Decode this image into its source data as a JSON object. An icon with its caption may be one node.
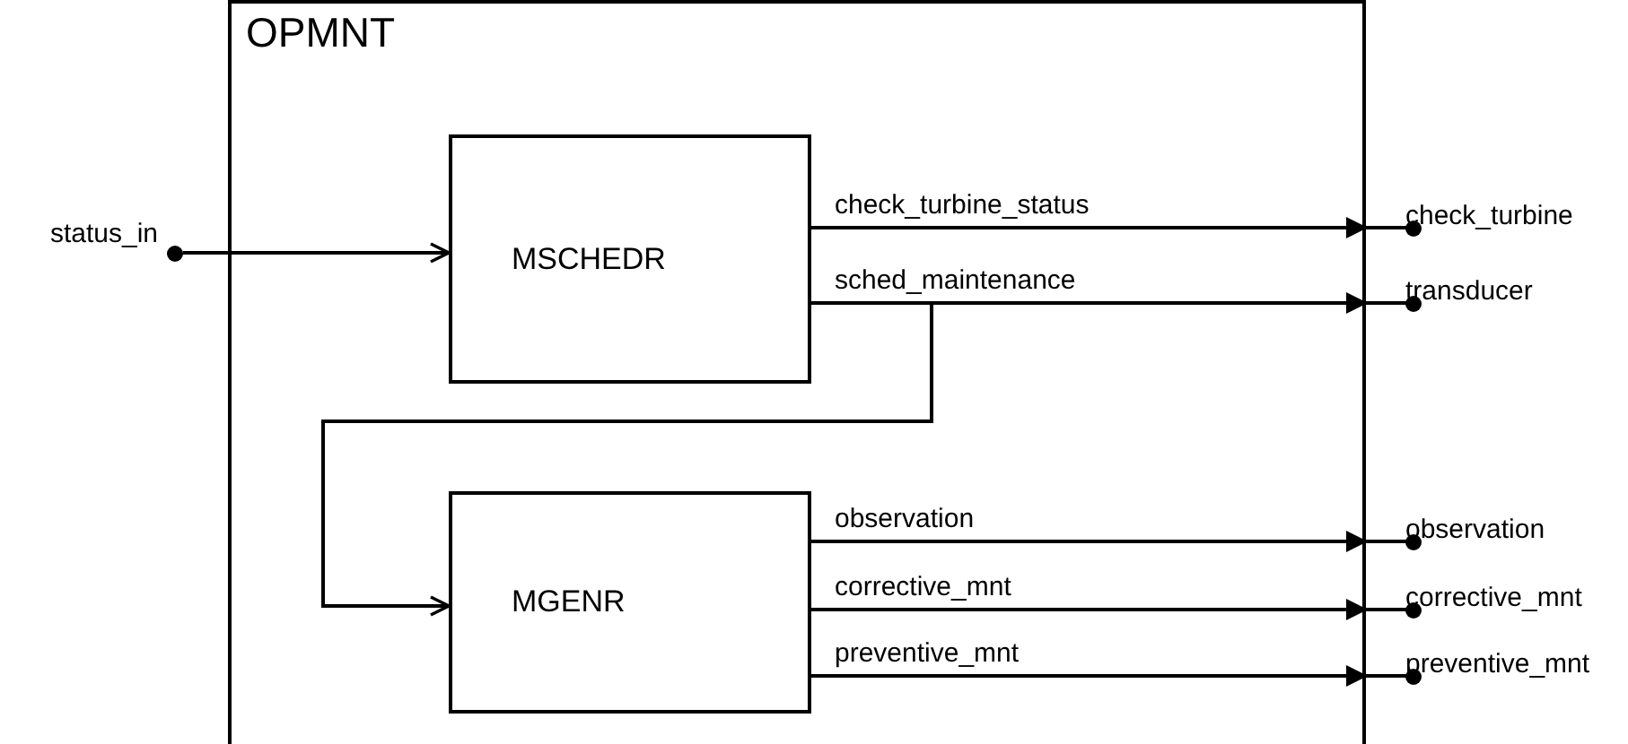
{
  "diagram": {
    "nodes": [
      {
        "text": [
          "OPMNT"
        ]
      },
      {
        "text": [
          "MSCHEDR"
        ],
        "in": 0
      },
      {
        "text": [
          "MGENR"
        ],
        "in": 0
      },
      {
        "text": [
          "status_in"
        ]
      },
      {
        "text": [
          "check_turbine"
        ]
      },
      {
        "text": [
          "transducer"
        ]
      },
      {
        "text": [
          "observation"
        ]
      },
      {
        "text": [
          "corrective_mnt"
        ]
      },
      {
        "text": [
          "preventive_mnt"
        ]
      }
    ],
    "edges": [
      {
        "from": 3,
        "to": 1,
        "arrow": "to"
      },
      {
        "from": 1,
        "to": 4,
        "arrow": "to",
        "label": "check_turbine_status"
      },
      {
        "from": 1,
        "to": 5,
        "arrow": "to",
        "label": "sched_maintenance"
      },
      {
        "from": 1,
        "to": 2,
        "arrow": "to"
      },
      {
        "from": 2,
        "to": 6,
        "arrow": "to",
        "label": "observation"
      },
      {
        "from": 2,
        "to": 7,
        "arrow": "to",
        "label": "corrective_mnt"
      },
      {
        "from": 2,
        "to": 8,
        "arrow": "to",
        "label": "preventive_mnt"
      }
    ]
  }
}
